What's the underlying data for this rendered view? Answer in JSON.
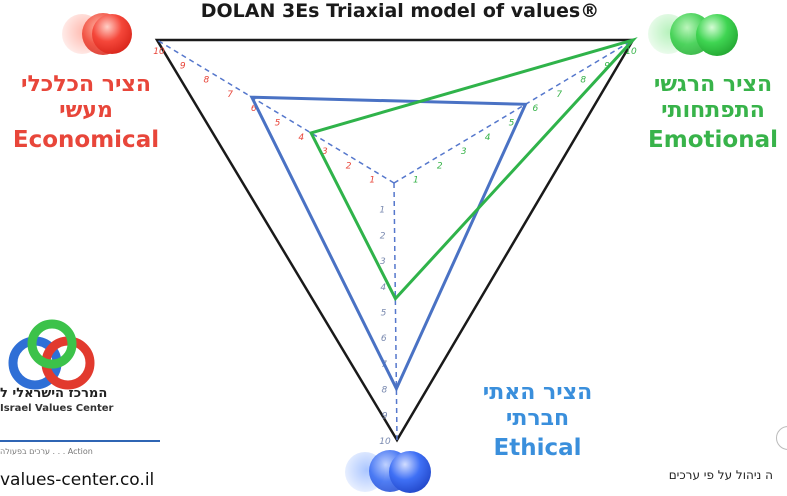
{
  "title": "DOLAN 3Es Triaxial model of values®",
  "axes": {
    "economical": {
      "he": "הציר הכלכלי מעשי",
      "en": "Economical",
      "color": "#e8463a"
    },
    "emotional": {
      "he": "הציר הרגשי התפתחותי",
      "en": "Emotional",
      "color": "#38b34a"
    },
    "ethical": {
      "he": "הציר האתי חברתי",
      "en": "Ethical",
      "color": "#3a8fdc"
    }
  },
  "scale_ticks": [
    "1",
    "2",
    "3",
    "4",
    "5",
    "6",
    "7",
    "8",
    "9",
    "10"
  ],
  "chart_data": {
    "type": "radar",
    "title": "DOLAN 3Es Triaxial model of values®",
    "axes": [
      "Economical",
      "Emotional",
      "Ethical"
    ],
    "range": [
      0,
      10
    ],
    "series": [
      {
        "color": "#4a72c4",
        "values": [
          6,
          5.5,
          8
        ]
      },
      {
        "color": "#2fb34a",
        "values": [
          3.5,
          10,
          4.5
        ]
      }
    ]
  },
  "logo": {
    "center_he": "המרכז הישראלי ל",
    "center_en": "Israel Values Center",
    "tagline": "ערכים בפעולה . . . Action",
    "url": "values-center.co.il"
  },
  "footer_he": "ה ניהול על פי ערכים"
}
